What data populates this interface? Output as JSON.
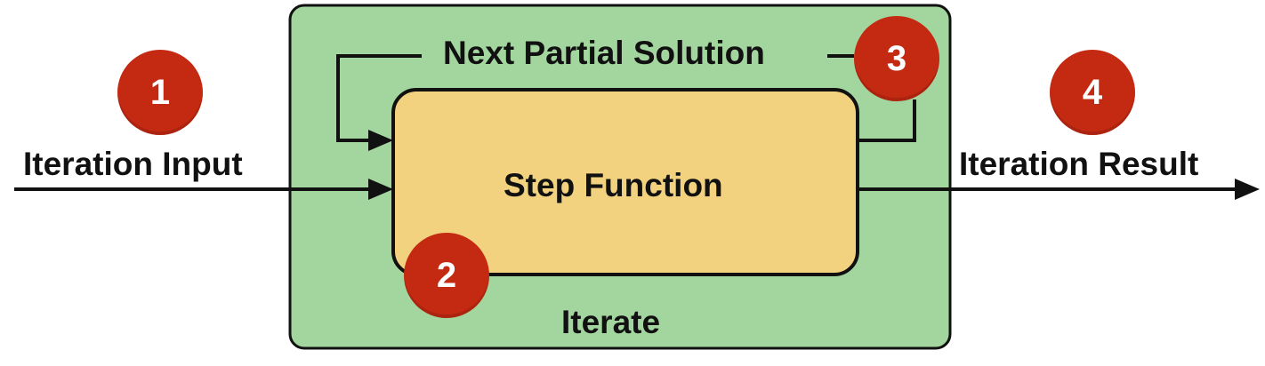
{
  "colors": {
    "iterate_fill": "#a3d69e",
    "step_fill": "#f2d27f",
    "stroke": "#111111",
    "badge_fill": "#c42a12"
  },
  "labels": {
    "iteration_input": "Iteration Input",
    "iteration_result": "Iteration Result",
    "next_partial_solution": "Next Partial Solution",
    "step_function": "Step Function",
    "iterate": "Iterate"
  },
  "badges": {
    "one": "1",
    "two": "2",
    "three": "3",
    "four": "4"
  }
}
